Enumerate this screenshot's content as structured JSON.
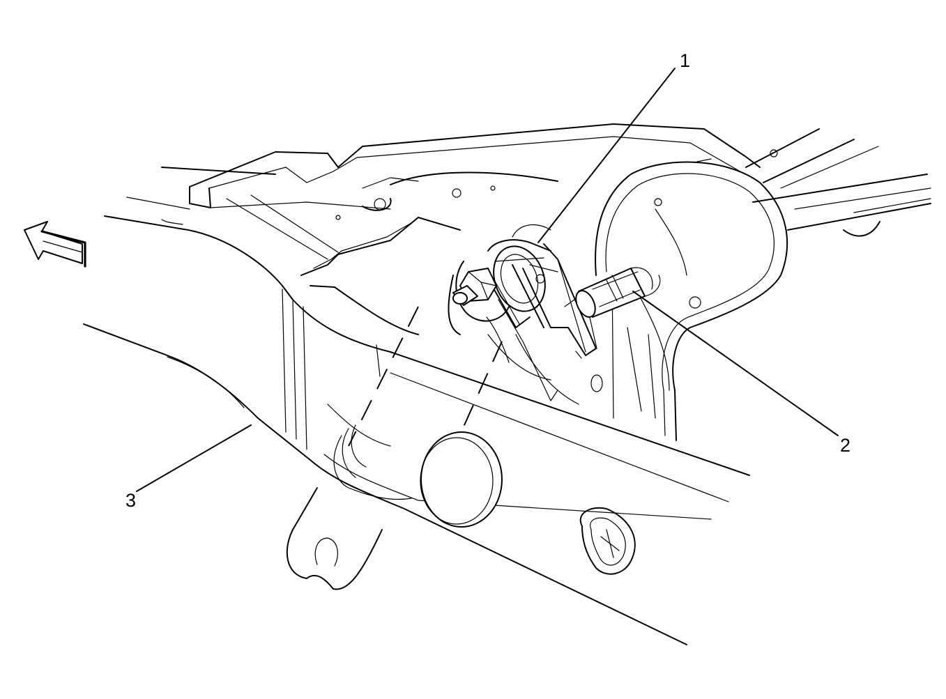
{
  "callouts": [
    {
      "id": "1",
      "label": "1"
    },
    {
      "id": "2",
      "label": "2"
    },
    {
      "id": "3",
      "label": "3"
    }
  ],
  "icons": {
    "direction_arrow": "front-direction-arrow-icon"
  }
}
